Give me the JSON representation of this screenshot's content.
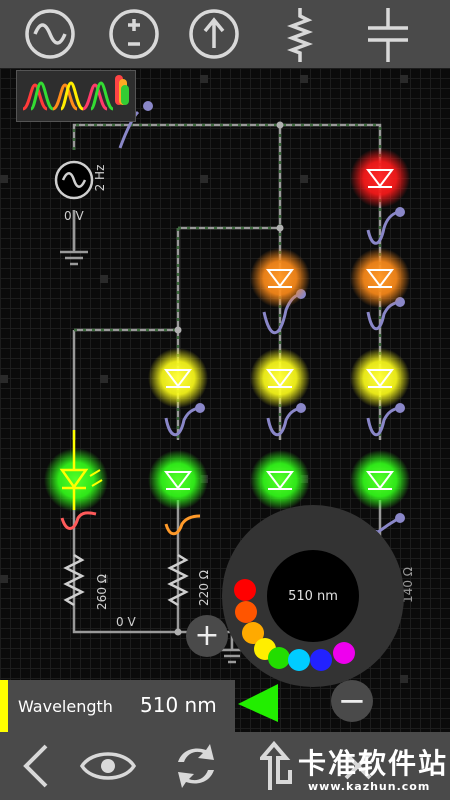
{
  "toolbar": {
    "icons": [
      "ac-source-icon",
      "dc-source-icon",
      "current-source-icon",
      "resistor-icon",
      "capacitor-icon"
    ]
  },
  "circuit": {
    "source_freq": "2 Hz",
    "source_voltage": "0 V",
    "resistors": [
      "260 Ω",
      "220 Ω",
      "140 Ω"
    ],
    "ground_voltage": "0 V",
    "led_colors": [
      "#ff1a1a",
      "#ff8c1a",
      "#ffff1a",
      "#33ff1a"
    ]
  },
  "wavelength_wheel": {
    "value": "510 nm",
    "swatches": [
      "#ff0000",
      "#ff5500",
      "#ffaa00",
      "#ffee00",
      "#22dd00",
      "#00ccff",
      "#2222ff",
      "#ee00ee"
    ]
  },
  "wavelength_panel": {
    "label": "Wavelength",
    "value": "510 nm",
    "accent": "#ffff00"
  },
  "bottombar": {
    "icons": [
      "back-icon",
      "eye-icon",
      "rotate-icon",
      "flip-icon",
      "delete-icon"
    ]
  },
  "watermark": {
    "text": "卡准软件站",
    "url": "www.kazhun.com"
  }
}
